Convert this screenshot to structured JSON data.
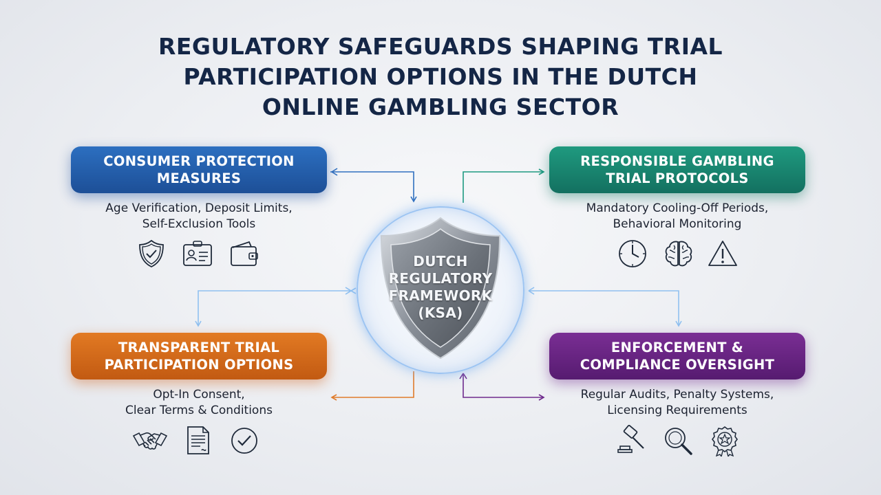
{
  "title": {
    "line1": "REGULATORY SAFEGUARDS SHAPING TRIAL",
    "line2": "PARTICIPATION OPTIONS IN THE DUTCH",
    "line3": "ONLINE GAMBLING SECTOR"
  },
  "center": {
    "line1": "DUTCH",
    "line2": "REGULATORY",
    "line3": "FRAMEWORK",
    "line4": "(KSA)"
  },
  "nodes": {
    "consumer": {
      "title1": "CONSUMER PROTECTION",
      "title2": "MEASURES",
      "desc1": "Age Verification, Deposit Limits,",
      "desc2": "Self-Exclusion Tools",
      "icons": [
        "shield-check-icon",
        "id-card-icon",
        "wallet-icon"
      ],
      "color": "#2563b0"
    },
    "responsible": {
      "title1": "RESPONSIBLE GAMBLING",
      "title2": "TRIAL PROTOCOLS",
      "desc1": "Mandatory Cooling-Off Periods,",
      "desc2": "Behavioral Monitoring",
      "icons": [
        "clock-icon",
        "brain-icon",
        "warning-icon"
      ],
      "color": "#188a72"
    },
    "transparent": {
      "title1": "TRANSPARENT TRIAL",
      "title2": "PARTICIPATION OPTIONS",
      "desc1": "Opt-In Consent,",
      "desc2": "Clear Terms & Conditions",
      "icons": [
        "handshake-icon",
        "document-icon",
        "check-circle-icon"
      ],
      "color": "#d8691b"
    },
    "enforcement": {
      "title1": "ENFORCEMENT &",
      "title2": "COMPLIANCE OVERSIGHT",
      "desc1": "Regular Audits, Penalty Systems,",
      "desc2": "Licensing Requirements",
      "icons": [
        "gavel-icon",
        "magnifier-icon",
        "award-badge-icon"
      ],
      "color": "#6a2585"
    }
  }
}
